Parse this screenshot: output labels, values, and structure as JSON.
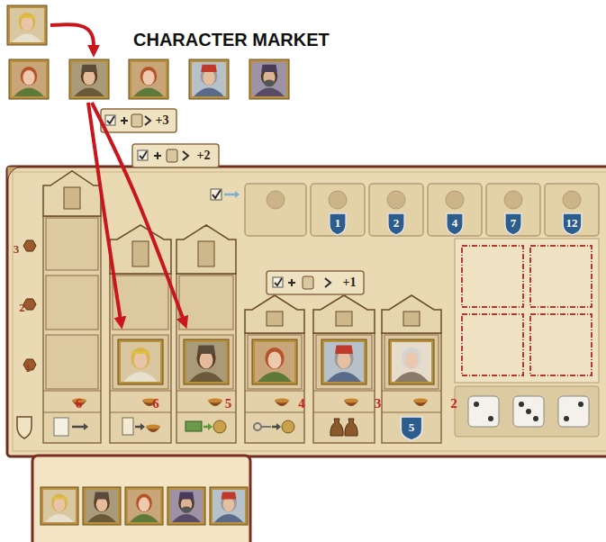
{
  "diagram": {
    "title": "CHARACTER MARKET",
    "nodes": [
      {
        "text": [
          "+3"
        ]
      },
      {
        "text": [
          "+2"
        ]
      },
      {
        "text": [
          "1"
        ]
      },
      {
        "text": [
          "2"
        ]
      },
      {
        "text": [
          "4"
        ]
      },
      {
        "text": [
          "7"
        ]
      },
      {
        "text": [
          "12"
        ]
      },
      {
        "text": [
          "+1"
        ]
      },
      {
        "text": [
          "5"
        ]
      }
    ],
    "labels": [
      "3",
      "2",
      "1",
      "6",
      "6",
      "5",
      "4",
      "3",
      "2"
    ]
  }
}
